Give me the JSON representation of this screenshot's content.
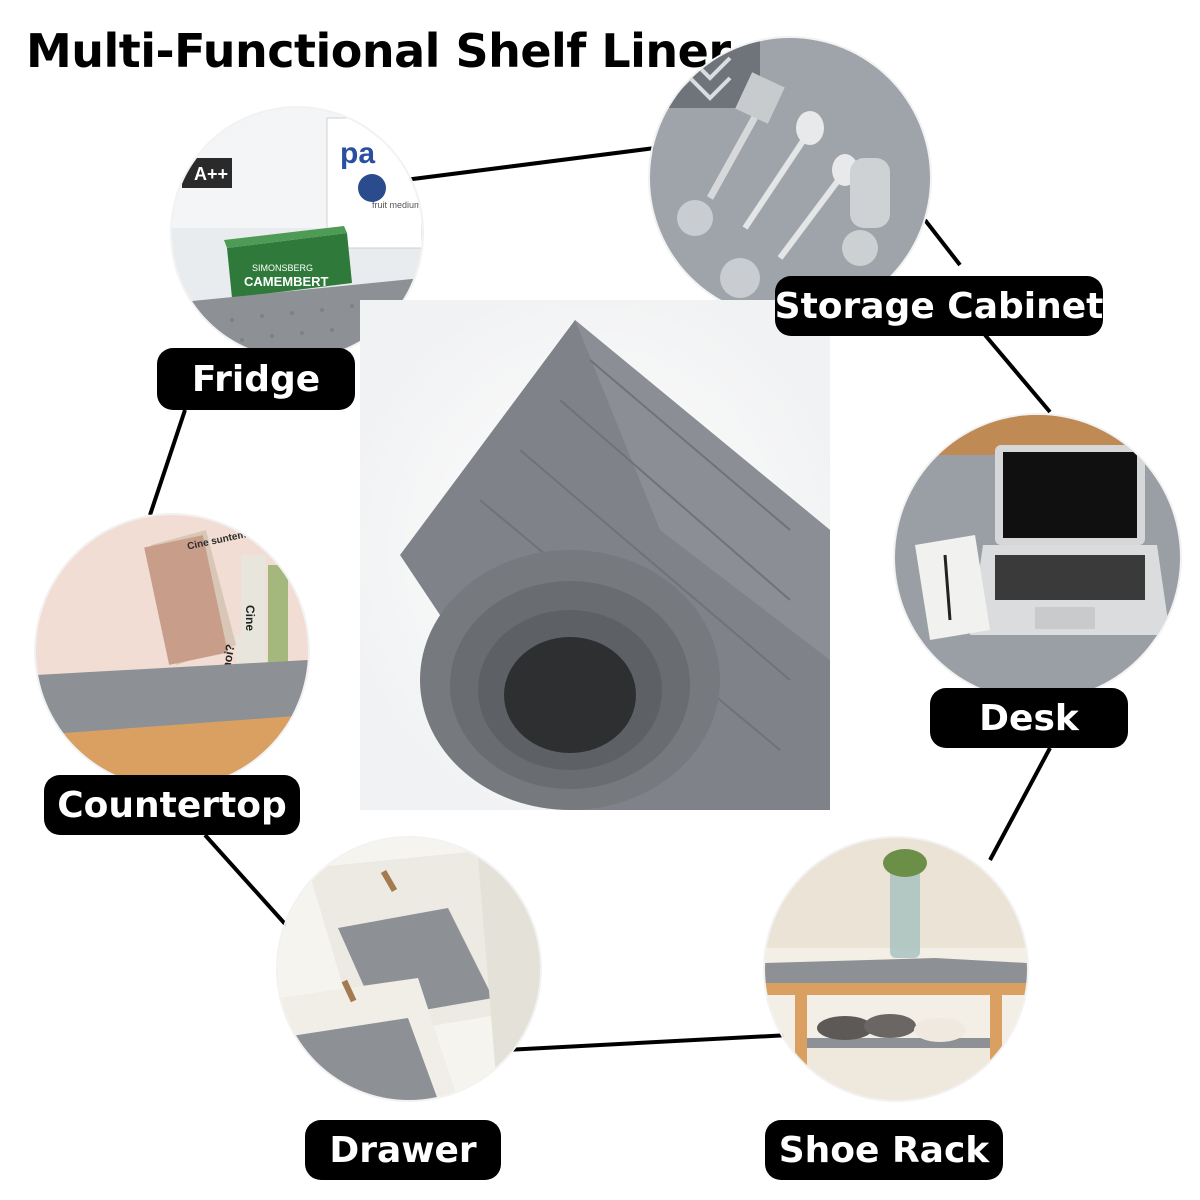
{
  "title": "Multi-Functional Shelf Liner",
  "labels": {
    "fridge": "Fridge",
    "storage": "Storage Cabinet",
    "desk": "Desk",
    "countertop": "Countertop",
    "drawer": "Drawer",
    "shoe_rack": "Shoe Rack"
  },
  "scene_text": {
    "fridge_energy": "A++",
    "fridge_box_top": "SIMONSBERG",
    "fridge_box_main": "CAMEMBERT",
    "fridge_carton": "pa",
    "fridge_carton_sub": "fruit medium",
    "book_top": "Cine suntem noi?",
    "book_spine_1": "Cine",
    "book_spine_2": "noi?"
  },
  "colors": {
    "liner_gray": "#8d9196",
    "label_bg": "#000000",
    "label_text": "#ffffff",
    "wood": "#d9a061"
  }
}
